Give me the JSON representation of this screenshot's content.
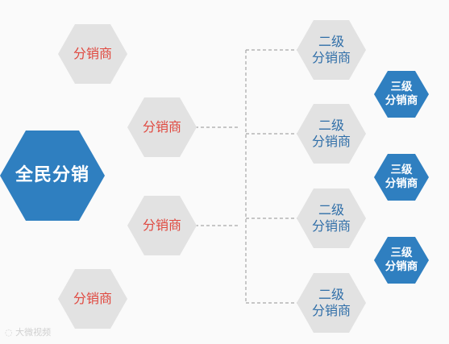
{
  "center": {
    "label": "全民分销"
  },
  "distributors": [
    {
      "label": "分销商"
    },
    {
      "label": "分销商"
    },
    {
      "label": "分销商"
    },
    {
      "label": "分销商"
    }
  ],
  "level2": [
    {
      "line1": "二级",
      "line2": "分销商"
    },
    {
      "line1": "二级",
      "line2": "分销商"
    },
    {
      "line1": "二级",
      "line2": "分销商"
    },
    {
      "line1": "二级",
      "line2": "分销商"
    }
  ],
  "level3": [
    {
      "line1": "三级",
      "line2": "分销商"
    },
    {
      "line1": "三级",
      "line2": "分销商"
    },
    {
      "line1": "三级",
      "line2": "分销商"
    }
  ],
  "watermark": {
    "text": "大微视频"
  },
  "colors": {
    "hex_gray": "#e2e2e2",
    "hex_blue": "#2f7fc0",
    "text_red": "#e0483f",
    "text_blue": "#2f6ea8",
    "connector": "#a8a8a8"
  }
}
